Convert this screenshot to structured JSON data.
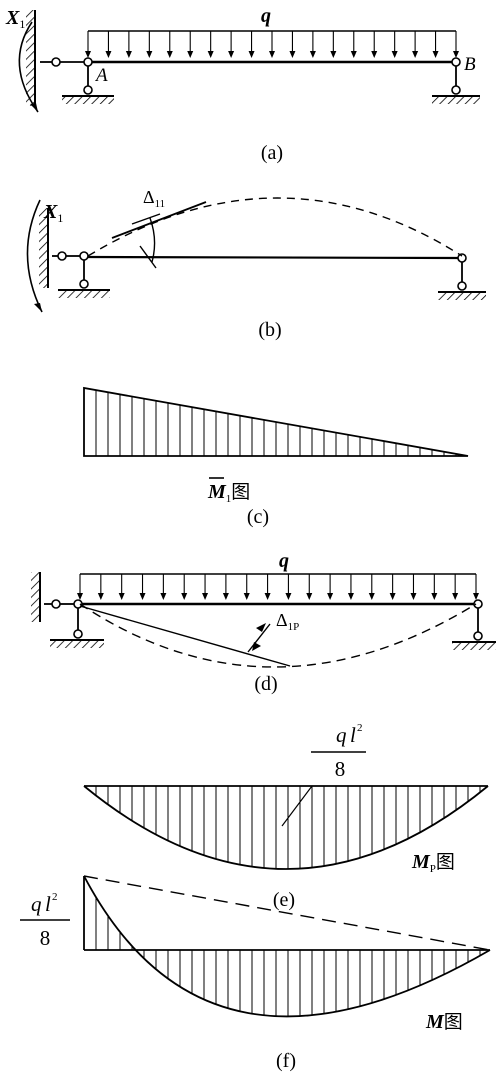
{
  "colors": {
    "ink": "#000000",
    "paper": "#ffffff"
  },
  "panel_a": {
    "caption": "(a)",
    "load": "q",
    "moment_symbol": "X",
    "moment_sub": "1",
    "support_left": "A",
    "support_right": "B"
  },
  "panel_b": {
    "caption": "(b)",
    "moment_symbol": "X",
    "moment_sub": "1",
    "rotation_symbol": "Δ",
    "rotation_sub": "11"
  },
  "panel_c": {
    "caption": "(c)",
    "diagram_symbol": "M",
    "diagram_sub": "1",
    "diagram_suffix": "图"
  },
  "panel_d": {
    "caption": "(d)",
    "load": "q",
    "rotation_symbol": "Δ",
    "rotation_sub": "1P"
  },
  "panel_e": {
    "caption": "(e)",
    "value_num_q": "q",
    "value_num_l": "l",
    "value_num_exp": "2",
    "value_den": "8",
    "diagram_symbol": "M",
    "diagram_sub": "P",
    "diagram_suffix": "图"
  },
  "panel_f": {
    "caption": "(f)",
    "value_num_q": "q",
    "value_num_l": "l",
    "value_num_exp": "2",
    "value_den": "8",
    "diagram_symbol": "M",
    "diagram_suffix": "图"
  }
}
